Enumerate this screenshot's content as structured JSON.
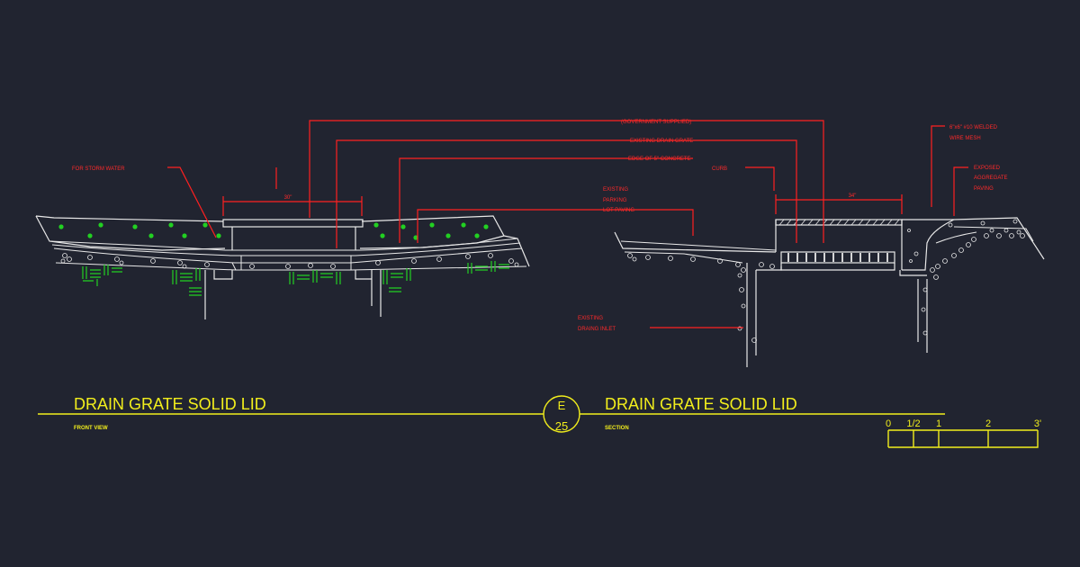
{
  "front_view": {
    "title": "DRAIN GRATE SOLID LID",
    "subtitle": "FRONT VIEW",
    "dimension": "30\"",
    "notes": {
      "storm_water": "FOR STORM WATER",
      "gov_supplied": "(GOVERNMENT SUPPLIED)",
      "existing_grate": "EXISTING DRAIN GRATE",
      "edge_concrete": "EDGE OF 5\" CONCRETE",
      "existing_parking": [
        "EXISTING",
        "PARKING",
        "LOT PAVING"
      ]
    }
  },
  "section_view": {
    "title": "DRAIN GRATE SOLID LID",
    "subtitle": "SECTION",
    "dimension": "34\"",
    "notes": {
      "curb": "CURB",
      "wire_mesh": [
        "6\"x6\" #10 WELDED",
        "WIRE MESH"
      ],
      "exposed_paving": [
        "EXPOSED",
        "AGGREGATE",
        "PAVING"
      ],
      "drain_inlet": [
        "EXISTING",
        "DRAING INLET"
      ]
    }
  },
  "detail_bubble": {
    "sheet": "E",
    "number": "25"
  },
  "scale_bar": {
    "labels": [
      "0",
      "1/2",
      "1",
      "2",
      "3'"
    ]
  },
  "colors": {
    "background": "#212430",
    "linework": "#e8e8e8",
    "annotation": "#ff2a2a",
    "title": "#f2ee1c",
    "planting": "#22d022"
  }
}
